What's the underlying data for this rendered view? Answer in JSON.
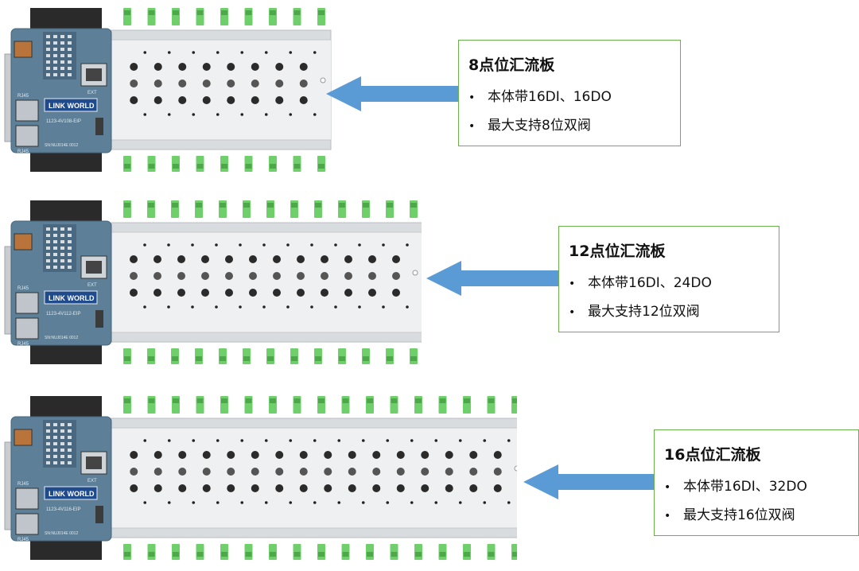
{
  "products": [
    {
      "title": "8点位汇流板",
      "bullets": [
        "本体带16DI、16DO",
        "最大支持8位双阀"
      ],
      "columns": 8,
      "brand": "LINK WORLD",
      "model": "1123-4V108-EIP",
      "port_labels": [
        "RJ45",
        "RJ45",
        "EXT"
      ],
      "serial": "SN:NUJ014E 0012"
    },
    {
      "title": "12点位汇流板",
      "bullets": [
        "本体带16DI、24DO",
        "最大支持12位双阀"
      ],
      "columns": 12,
      "brand": "LINK WORLD",
      "model": "1123-4V112-EIP",
      "port_labels": [
        "RJ45",
        "RJ45",
        "EXT"
      ],
      "serial": "SN:NUJ014E 0012"
    },
    {
      "title": "16点位汇流板",
      "bullets": [
        "本体带16DI、32DO",
        "最大支持16位双阀"
      ],
      "columns": 16,
      "brand": "LINK WORLD",
      "model": "1123-4V116-EIP",
      "port_labels": [
        "RJ45",
        "RJ45",
        "EXT"
      ],
      "serial": "SN:NUJ014E 0012"
    }
  ],
  "colors": {
    "box_border": "#6ab04c",
    "arrow": "#5b9bd5",
    "connector_green": "#6fcf6a",
    "module_blue": "#5d7f98",
    "rail_gray": "#d9dcdf"
  }
}
